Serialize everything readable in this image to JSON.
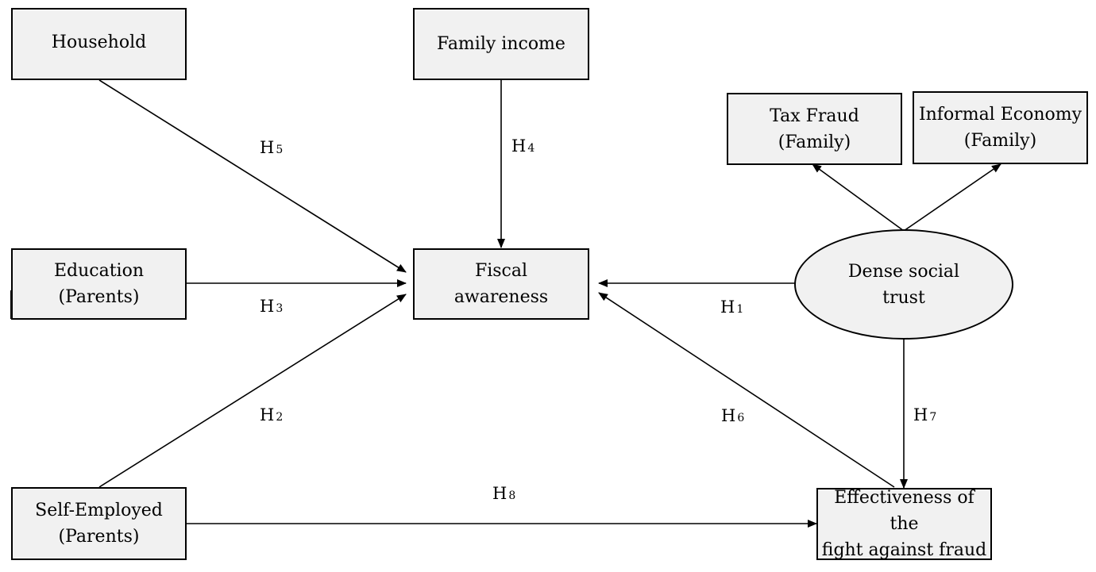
{
  "nodes": {
    "household": "Household",
    "family_income": "Family income",
    "tax_fraud": {
      "line1": "Tax Fraud",
      "line2": "(Family)"
    },
    "informal_economy": {
      "line1": "Informal Economy",
      "line2": "(Family)"
    },
    "education": {
      "line1": "Education",
      "line2": "(Parents)"
    },
    "fiscal_awareness": {
      "line1": "Fiscal",
      "line2": "awareness"
    },
    "dense_social_trust": {
      "line1": "Dense social",
      "line2": "trust"
    },
    "self_employed": {
      "line1": "Self-Employed",
      "line2": "(Parents)"
    },
    "effectiveness": {
      "line1": "Effectiveness of the",
      "line2": "fight against fraud"
    }
  },
  "hypotheses": {
    "h1": {
      "letter": "H",
      "num": "1"
    },
    "h2": {
      "letter": "H",
      "num": "2"
    },
    "h3": {
      "letter": "H",
      "num": "3"
    },
    "h4": {
      "letter": "H",
      "num": "4"
    },
    "h5": {
      "letter": "H",
      "num": "5"
    },
    "h6": {
      "letter": "H",
      "num": "6"
    },
    "h7": {
      "letter": "H",
      "num": "7"
    },
    "h8": {
      "letter": "H",
      "num": "8"
    }
  },
  "colors": {
    "node_fill": "#f1f1f1",
    "stroke": "#000000"
  }
}
